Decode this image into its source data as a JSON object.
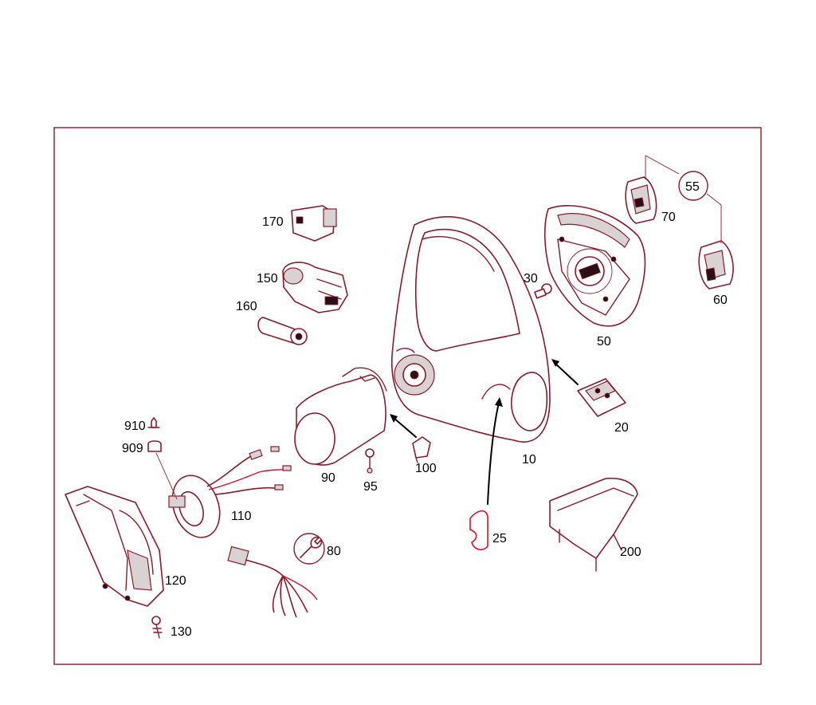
{
  "diagram": {
    "labels": {
      "p10": "10",
      "p20": "20",
      "p25": "25",
      "p30": "30",
      "p50": "50",
      "p55": "55",
      "p60": "60",
      "p70": "70",
      "p80": "80",
      "p90": "90",
      "p95": "95",
      "p100": "100",
      "p110": "110",
      "p120": "120",
      "p130": "130",
      "p150": "150",
      "p160": "160",
      "p170": "170",
      "p200": "200",
      "p909": "909",
      "p910": "910"
    }
  },
  "colors": {
    "frame": "#8b1a2b",
    "outline": "#8b1a2b",
    "highlight": "#e0102a",
    "label_text": "#000000"
  }
}
